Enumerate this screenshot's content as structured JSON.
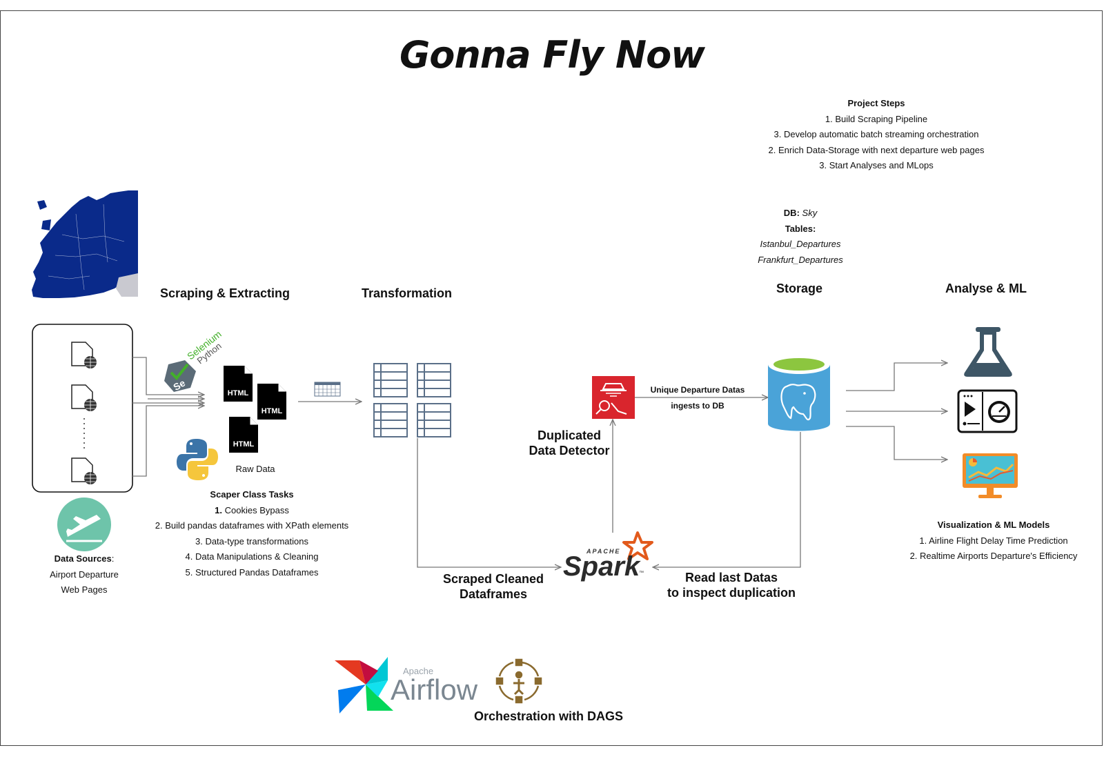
{
  "title": "Gonna Fly Now",
  "project_steps": {
    "heading": "Project Steps",
    "items": [
      "1. Build Scraping Pipeline",
      "3. Develop automatic batch streaming orchestration",
      "2. Enrich Data-Storage with next departure web pages",
      "3. Start Analyses and MLops"
    ]
  },
  "db_info": {
    "db_label": "DB:",
    "db_name": "Sky",
    "tables_label": "Tables:",
    "tables": [
      "Istanbul_Departures",
      "Frankfurt_Departures"
    ]
  },
  "stages": {
    "scraping": "Scraping & Extracting",
    "transformation": "Transformation",
    "storage": "Storage",
    "analyse": "Analyse & ML"
  },
  "data_sources": {
    "label": "Data Sources",
    "colon": ":",
    "line1": "Airport Departure",
    "line2": "Web Pages"
  },
  "scraping_logos": {
    "selenium": "Selenium",
    "python": "Python",
    "se_badge": "Se"
  },
  "html_label": "HTML",
  "raw_data": "Raw Data",
  "scraper_tasks": {
    "heading": "Scaper Class Tasks",
    "first_num": "1.",
    "first_text": "Cookies Bypass",
    "items": [
      "2. Build pandas dataframes with XPath elements",
      "3. Data-type transformations",
      "4. Data Manipulations & Cleaning",
      "5. Structured Pandas Dataframes"
    ]
  },
  "duplicated_detector": {
    "line1": "Duplicated",
    "line2": "Data Detector"
  },
  "ingest_label": {
    "line1": "Unique Departure Datas",
    "line2": "ingests to DB"
  },
  "spark": {
    "apache": "APACHE",
    "name": "Spark",
    "tm": "™"
  },
  "scraped_label": {
    "line1": "Scraped Cleaned",
    "line2": "Dataframes"
  },
  "read_label": {
    "line1": "Read last Datas",
    "line2": "to inspect duplication"
  },
  "ml_models": {
    "heading": "Visualization & ML Models",
    "items": [
      "1. Airline Flight Delay Time Prediction",
      "2. Realtime Airports Departure's Efficiency"
    ]
  },
  "airflow": {
    "apache": "Apache",
    "name": "Airflow"
  },
  "orchestration": "Orchestration with DAGS",
  "colors": {
    "europe": "#0a2a8a",
    "data_source_badge": "#6ec4aa",
    "detector": "#d9252d",
    "postgres_blue": "#4aa3d8",
    "postgres_top": "#8cc63f",
    "arrow": "#777777",
    "table_grid": "#5a6f88",
    "flask": "#3e5666"
  }
}
